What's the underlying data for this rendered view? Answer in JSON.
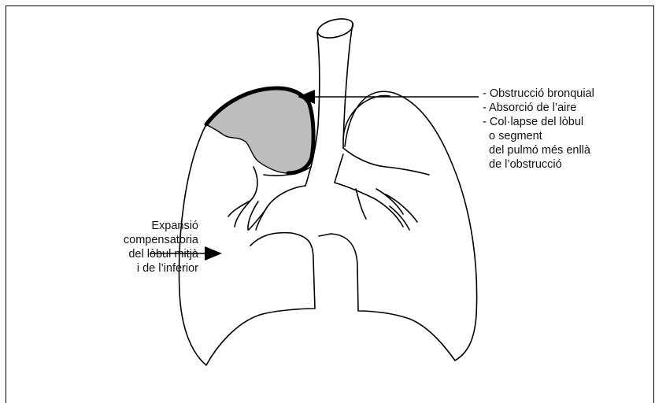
{
  "labels": {
    "obstruction": [
      "- Obstrucció bronquial",
      "- Absorció de l’aire",
      "- Col·lapse del lòbul",
      "o segment",
      "del pulmó més enllà",
      "de l’obstrucció"
    ],
    "expansion": [
      "Expansió",
      "compensatoria",
      "del lòbul mitjà",
      "i de l’inferior"
    ]
  },
  "colors": {
    "collapsed_area": "#bdbdbd",
    "outline": "#000000"
  }
}
